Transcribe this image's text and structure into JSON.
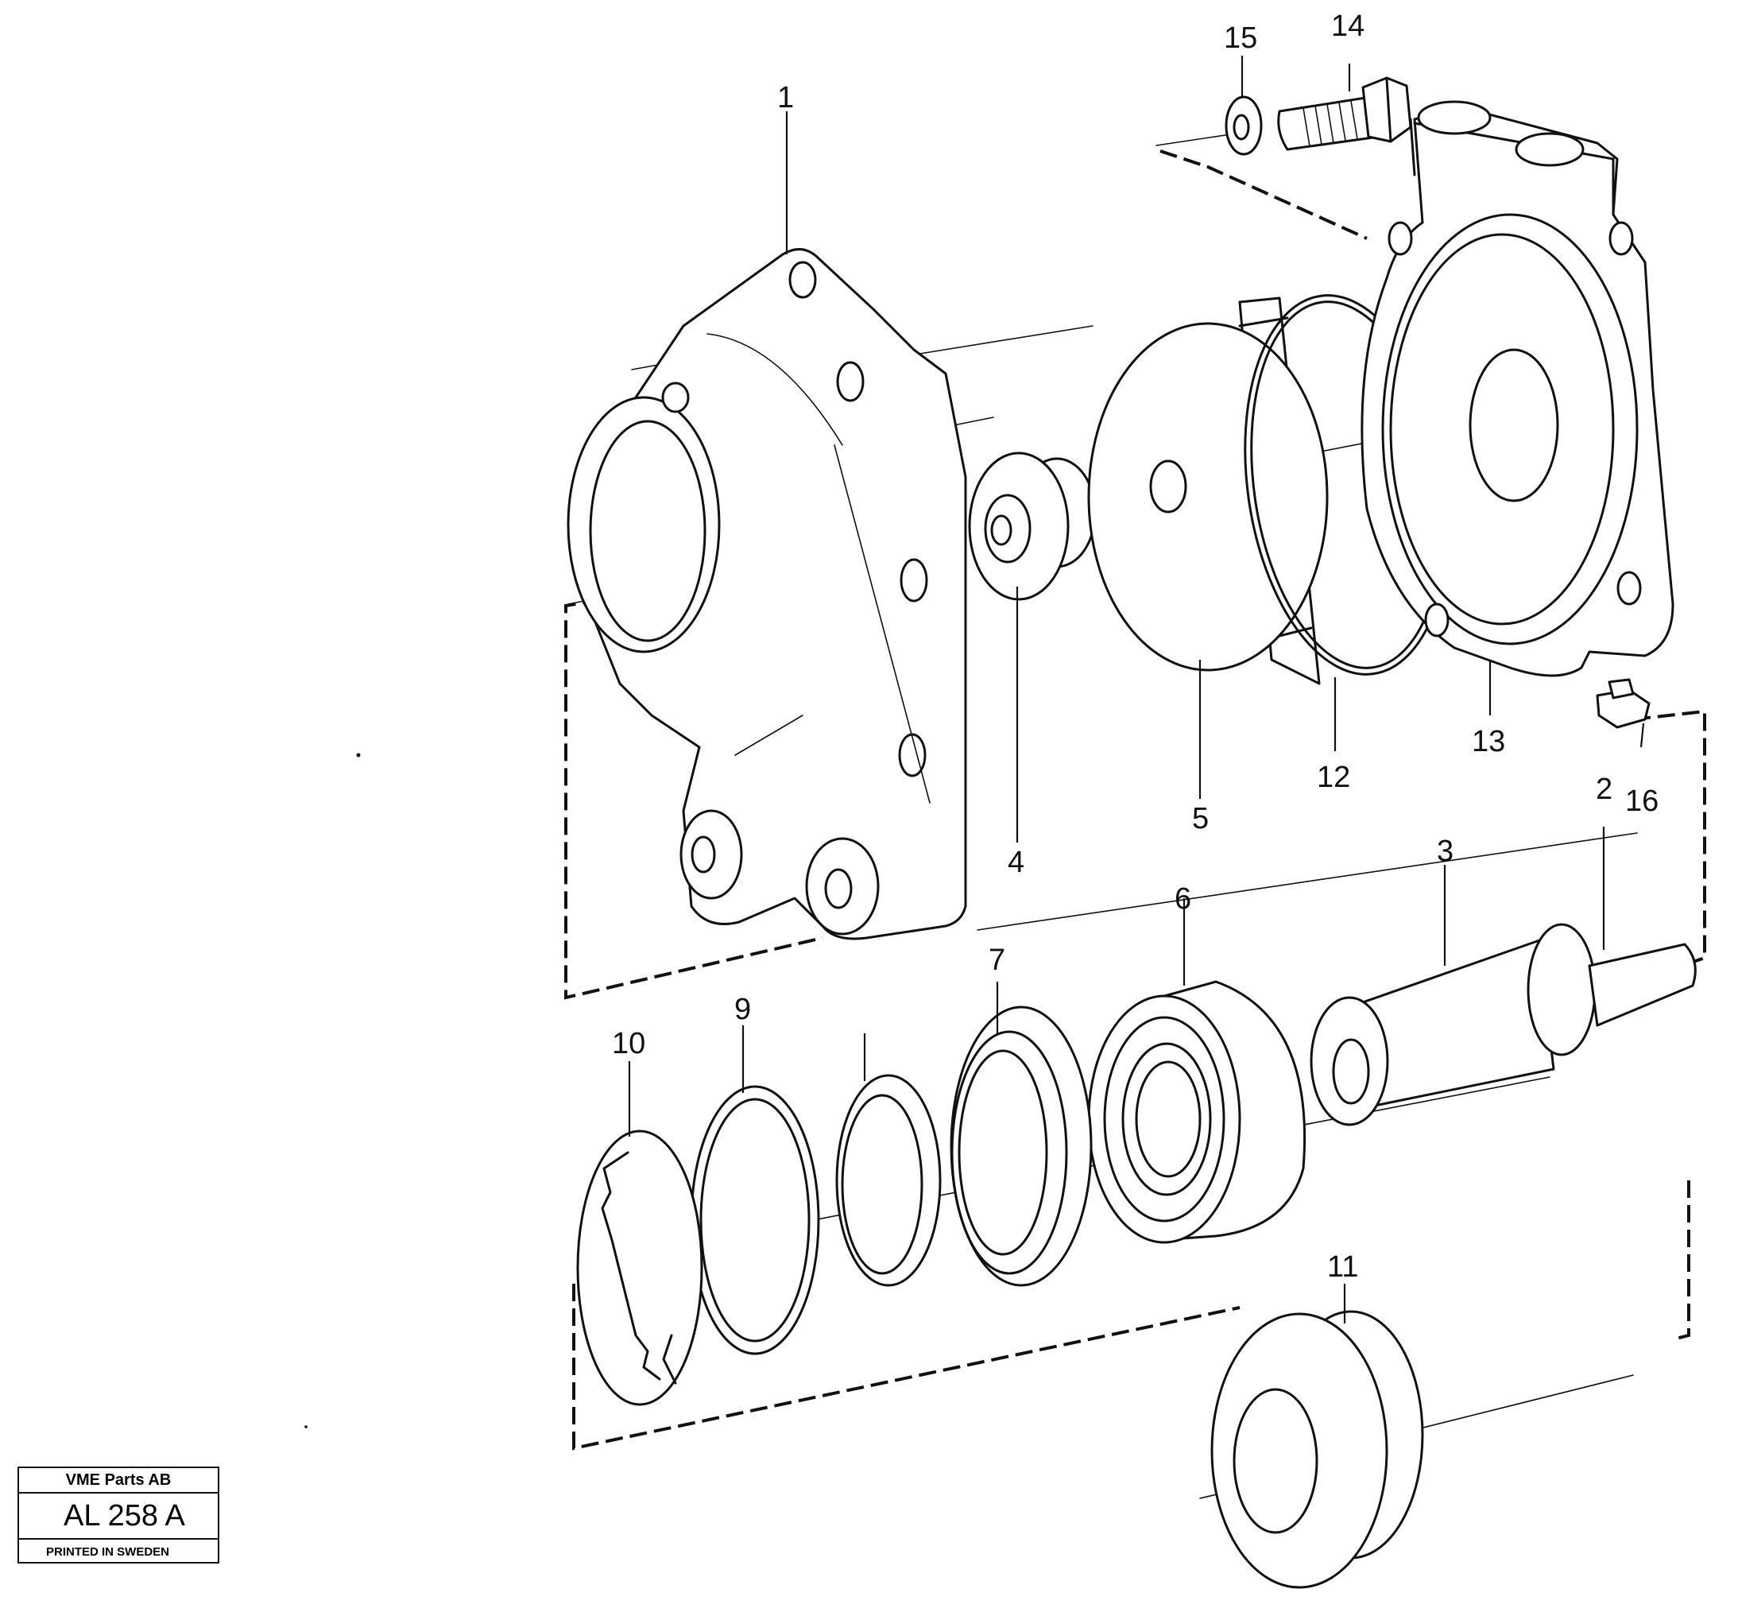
{
  "title_block": {
    "company": "VME Parts AB",
    "drawing_number": "AL 258 A",
    "footer": "PRINTED IN SWEDEN"
  },
  "callouts": [
    "1",
    "2",
    "3",
    "4",
    "5",
    "6",
    "7",
    "9",
    "10",
    "11",
    "12",
    "13",
    "14",
    "15",
    "16"
  ]
}
